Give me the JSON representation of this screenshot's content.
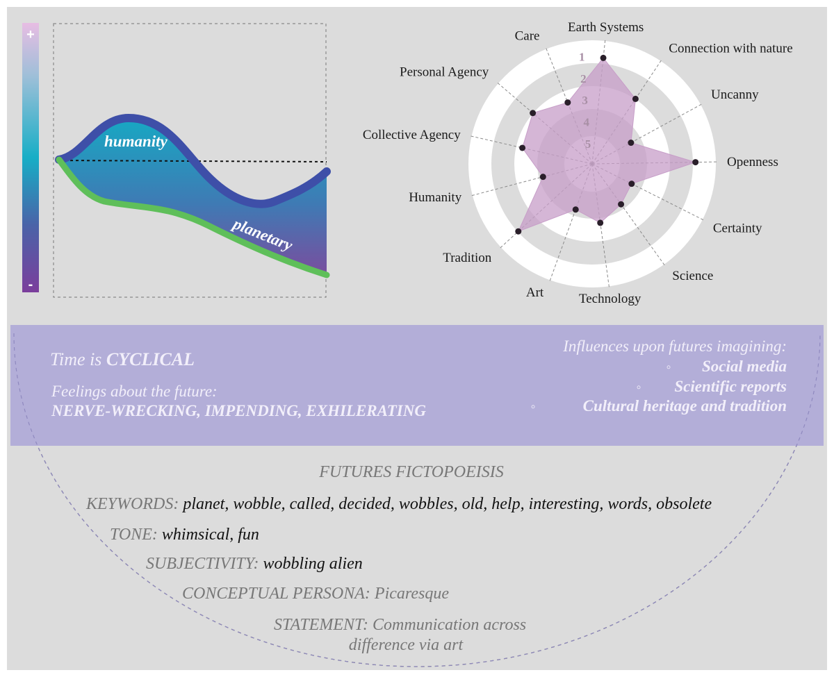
{
  "scale": {
    "plus": "+",
    "minus": "-"
  },
  "curves": {
    "humanity_label": "humanity",
    "planetary_label": "planetary"
  },
  "colors": {
    "background": "#dcdcdc",
    "banner": "#b3aed8",
    "humanity_line": "#3e4fa8",
    "planetary_line": "#5fbf5a",
    "radar_fill": "#c79ec8",
    "radar_point": "#2a1f2a"
  },
  "chart_data": {
    "type": "radar",
    "ring_labels": [
      "1",
      "2",
      "3",
      "4",
      "5"
    ],
    "axes": [
      "Earth Systems",
      "Connection with nature",
      "Uncanny",
      "Openness",
      "Certainty",
      "Science",
      "Technology",
      "Art",
      "Tradition",
      "Humanity",
      "Collective Agency",
      "Personal Agency",
      "Care"
    ],
    "values": [
      1.05,
      2.35,
      3.9,
      1.2,
      3.9,
      3.65,
      3.2,
      3.7,
      1.35,
      3.6,
      2.65,
      2.35,
      2.9
    ],
    "scale_note": "1 = outer ring, 5 = centre"
  },
  "banner": {
    "time_prefix": "Time is ",
    "time_value": "CYCLICAL",
    "feelings_label": "Feelings about the future:",
    "feelings_value": "NERVE-WRECKING, IMPENDING, EXHILERATING",
    "influences_label": "Influences upon futures imagining:",
    "influences": [
      "Social media",
      "Scientific reports",
      "Cultural heritage and tradition"
    ],
    "bullet": "◦"
  },
  "fictopoeisis": {
    "title": "FUTURES FICTOPOEISIS",
    "keywords_key": "KEYWORDS:",
    "keywords_value": "planet, wobble, called, decided, wobbles, old, help, interesting, words, obsolete",
    "tone_key": "TONE:",
    "tone_value": "whimsical, fun",
    "subjectivity_key": "SUBJECTIVITY:",
    "subjectivity_value": "wobbling alien",
    "persona_key": "CONCEPTUAL PERSONA:",
    "persona_value": "Picaresque",
    "statement_key": "STATEMENT:",
    "statement_line1": "Communication across",
    "statement_line2": "difference via art"
  }
}
